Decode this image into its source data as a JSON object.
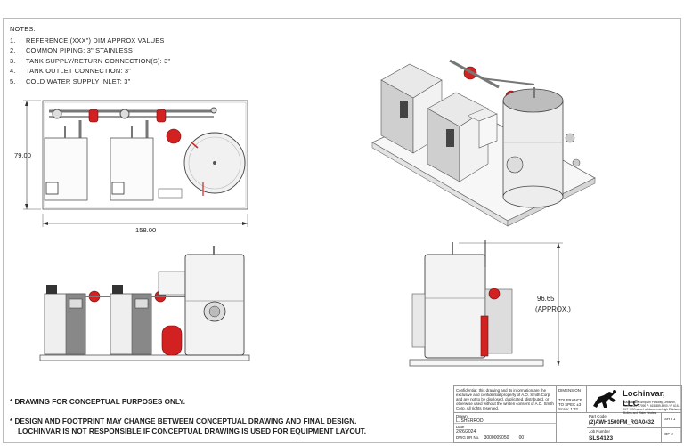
{
  "notes": {
    "title": "NOTES:",
    "items": [
      {
        "num": "1.",
        "text": "REFERENCE (XXX\") DIM APPROX VALUES"
      },
      {
        "num": "2.",
        "text": "COMMON PIPING: 3\" STAINLESS"
      },
      {
        "num": "3.",
        "text": "TANK SUPPLY/RETURN CONNECTION(S): 3\""
      },
      {
        "num": "4.",
        "text": "TANK OUTLET CONNECTION: 3\""
      },
      {
        "num": "5.",
        "text": "COLD WATER SUPPLY INLET: 3\""
      }
    ]
  },
  "dimensions": {
    "height_plan": "79.00",
    "width_plan": "158.00",
    "height_side": "96.65",
    "height_side_note": "(APPROX.)"
  },
  "footer": {
    "line1": "* DRAWING FOR CONCEPTUAL PURPOSES ONLY.",
    "line2": "* DESIGN AND FOOTPRINT MAY CHANGE BETWEEN CONCEPTUAL DRAWING AND FINAL DESIGN.",
    "line3": "LOCHINVAR IS NOT RESPONSIBLE IF CONCEPTUAL DRAWING IS USED FOR EQUIPMENT LAYOUT."
  },
  "title_block": {
    "confidential": "Confidential: this drawing and its information are the exclusive and confidential property of A.O. Smith Corp. and are not to be disclosed, duplicated, distributed, or otherwise used without the written consent of A.O. Smith Corp. All rights reserved.",
    "drawn_label": "Drawn",
    "drawn_by": "L. SHERROD",
    "date_label": "Date",
    "date": "2/26/2024",
    "dwg_label": "DWG DR No.",
    "dwg_no": "3000009050",
    "rev": "00",
    "dimension_label": "DIMENSION",
    "tolerance_label": "TOLERANCE",
    "tolerance": "TO SPEC ±3",
    "scale": "Scale: 1:32",
    "part_label": "Part Code",
    "part_code": "(2)AWH1500FM_RGA0432",
    "job_label": "Job Number",
    "job": "SLS4123",
    "sht": "SHT 1",
    "of": "OF 2",
    "company": "Lochinvar, LLC",
    "address": "300 Maddox Simpson Parkway, Lebanon, Tennessee 37090 P: 615-889-8900 / F: 615-547-1000 www.Lochinvar.com High Efficiency Boilers and Water Heaters"
  }
}
